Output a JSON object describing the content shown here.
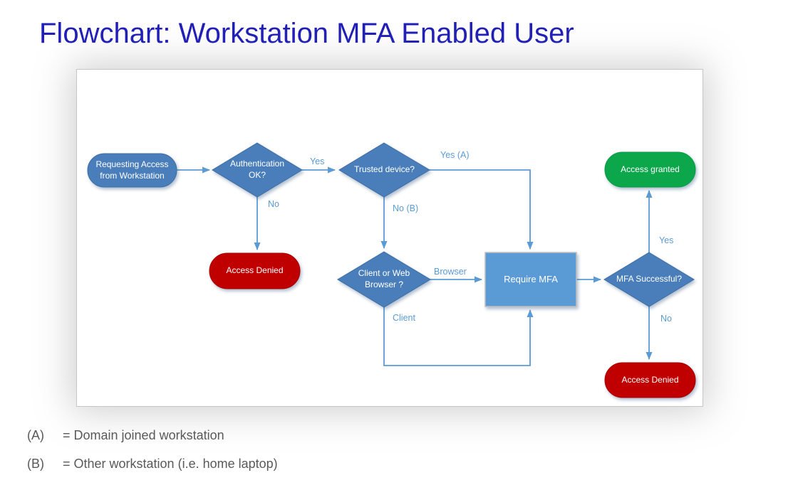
{
  "title": "Flowchart: Workstation MFA Enabled User",
  "colors": {
    "title_blue": "#2020B8",
    "node_blue_fill": "#4A7EBA",
    "node_blue_border": "#3D6EA5",
    "process_blue_fill": "#5B9BD5",
    "connector_blue": "#5B9BD5",
    "granted_green": "#0CA64B",
    "denied_red": "#C00000",
    "legend_gray": "#595959"
  },
  "flowchart": {
    "nodes": {
      "requesting": "Requesting Access from Workstation",
      "auth_ok": "Authentication OK?",
      "trusted": "Trusted device?",
      "access_denied_1": "Access Denied",
      "client_or_web": "Client or Web Browser ?",
      "require_mfa": "Require MFA",
      "mfa_successful": "MFA Successful?",
      "access_granted": "Access granted",
      "access_denied_2": "Access Denied"
    },
    "edge_labels": {
      "yes_auth": "Yes",
      "no_auth": "No",
      "yes_a": "Yes (A)",
      "no_b": "No (B)",
      "browser": "Browser",
      "client": "Client",
      "yes_mfa": "Yes",
      "no_mfa": "No"
    }
  },
  "legend": {
    "rows": [
      {
        "key": "(A)",
        "text": "= Domain joined workstation"
      },
      {
        "key": "(B)",
        "text": "= Other workstation (i.e. home laptop)"
      }
    ]
  }
}
